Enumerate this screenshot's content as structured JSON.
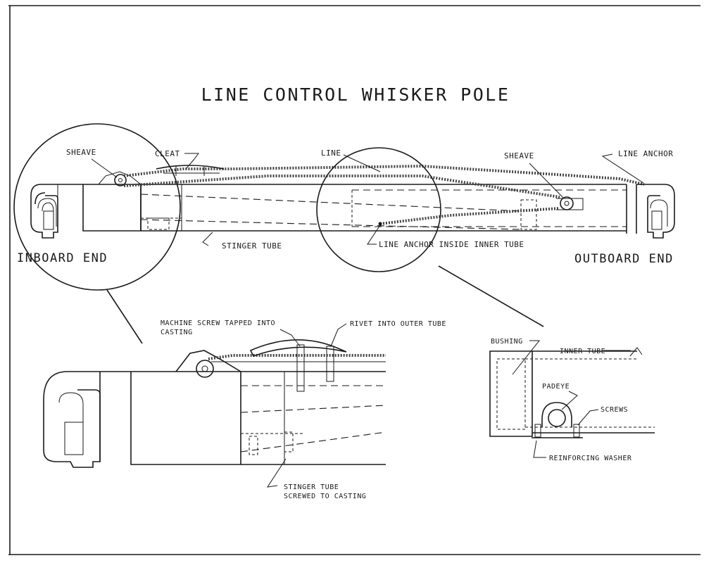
{
  "title": "LINE CONTROL WHISKER POLE",
  "labels": {
    "sheave_left": "SHEAVE",
    "cleat": "CLEAT",
    "line": "LINE",
    "sheave_right": "SHEAVE",
    "line_anchor": "LINE ANCHOR",
    "stinger_tube": "STINGER TUBE",
    "line_anchor_inside": "LINE ANCHOR INSIDE INNER TUBE",
    "inboard_end": "INBOARD END",
    "outboard_end": "OUTBOARD END",
    "machine_screw_line1": "MACHINE SCREW TAPPED INTO",
    "machine_screw_line2": "CASTING",
    "rivet": "RIVET INTO OUTER TUBE",
    "stinger_screwed_line1": "STINGER TUBE",
    "stinger_screwed_line2": "SCREWED TO CASTING",
    "bushing": "BUSHING",
    "inner_tube": "INNER TUBE",
    "padeye": "PADEYE",
    "screws": "SCREWS",
    "reinforcing_washer": "REINFORCING WASHER"
  }
}
